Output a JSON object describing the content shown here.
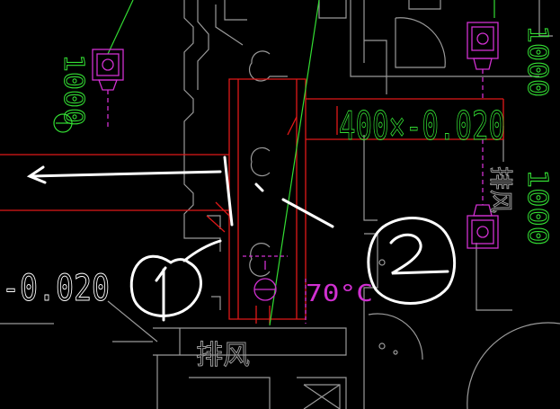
{
  "drawing": {
    "background": "#000000",
    "colors": {
      "structure": "#9a9a9a",
      "duct": "#e01818",
      "magenta": "#d030d0",
      "green": "#33dd33",
      "white": "#ffffff"
    },
    "labels": {
      "duct_size_elev": "400×-0.020",
      "elev_left": "-0.020",
      "fire_damper": "70°C",
      "exhaust_bottom": "排风",
      "exhaust_right": "排风",
      "dim_left": "1000",
      "dim_right_top": "1000",
      "dim_right_bottom": "1000",
      "marker_one": "1",
      "marker_two": "2"
    }
  }
}
